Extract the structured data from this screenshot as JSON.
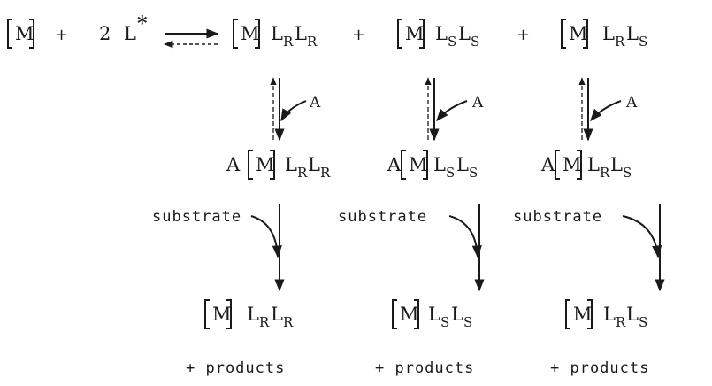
{
  "metal": "M",
  "plus": "+",
  "coefficient": "2",
  "ligand": "L",
  "ligand_star": "*",
  "letter_L": "L",
  "sub_R": "R",
  "sub_S": "S",
  "additive": "A",
  "substrate": "substrate",
  "products": "+ products"
}
